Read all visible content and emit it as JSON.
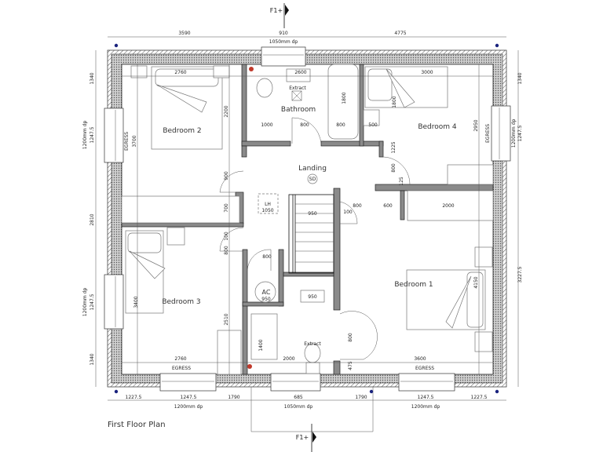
{
  "section_markers": {
    "top": "F1+",
    "bottom": "F1+"
  },
  "title": "First Floor Plan",
  "dimensions": {
    "top": [
      "3590",
      "910",
      "4775"
    ],
    "top_window": "1050mm dp",
    "bottom": [
      "1227.5",
      "1247.5",
      "1790",
      "685",
      "1790",
      "1247.5",
      "1227.5"
    ],
    "bottom_windows": [
      "1200mm dp",
      "1050mm dp",
      "1200mm dp"
    ],
    "left": [
      "1340",
      "1247.5",
      "2810",
      "1247.5",
      "1340"
    ],
    "left_windows": [
      "1200mm dp",
      "1200mm dp"
    ],
    "right": [
      "1340",
      "1247.5",
      "3227.5"
    ],
    "right_windows": [
      "1200mm dp"
    ]
  },
  "rooms": {
    "bedroom2": "Bedroom 2",
    "bathroom": "Bathroom",
    "bedroom4": "Bedroom 4",
    "landing": "Landing",
    "bedroom3": "Bedroom 3",
    "bedroom1": "Bedroom 1"
  },
  "fixtures": {
    "extract_top": "Extract",
    "extract_bottom": "Extract",
    "smoke_detector": "SD",
    "lh_label": "LH",
    "lh_size": "1050",
    "ac_label": "AC",
    "ac_size": "950",
    "cupboard_size": "950",
    "egress": "EGRESS"
  },
  "inner_dims": {
    "b2_width": "2760",
    "bath_width": "2600",
    "b4_width": "3000",
    "d1000": "1000",
    "d800a": "800",
    "d800b": "800",
    "d500": "500",
    "b2_depth": "2200",
    "b2_len": "3700",
    "bath_len": "1800",
    "b4_bed": "1800",
    "b4_depth": "2950",
    "d1225": "1225",
    "d800c": "800",
    "d125": "125",
    "d900": "900",
    "d700": "700",
    "d100a": "100",
    "d800d": "800",
    "d800e": "800",
    "stair": "950",
    "d100b": "100",
    "d800f": "800",
    "d600": "600",
    "d2000a": "2000",
    "b3_bed": "3400",
    "b1_depth": "4150",
    "b3_depth": "2510",
    "shower": "1400",
    "d2000b": "2000",
    "b3_width": "2760",
    "b1_width": "3600",
    "d800g": "800",
    "d475": "475"
  }
}
